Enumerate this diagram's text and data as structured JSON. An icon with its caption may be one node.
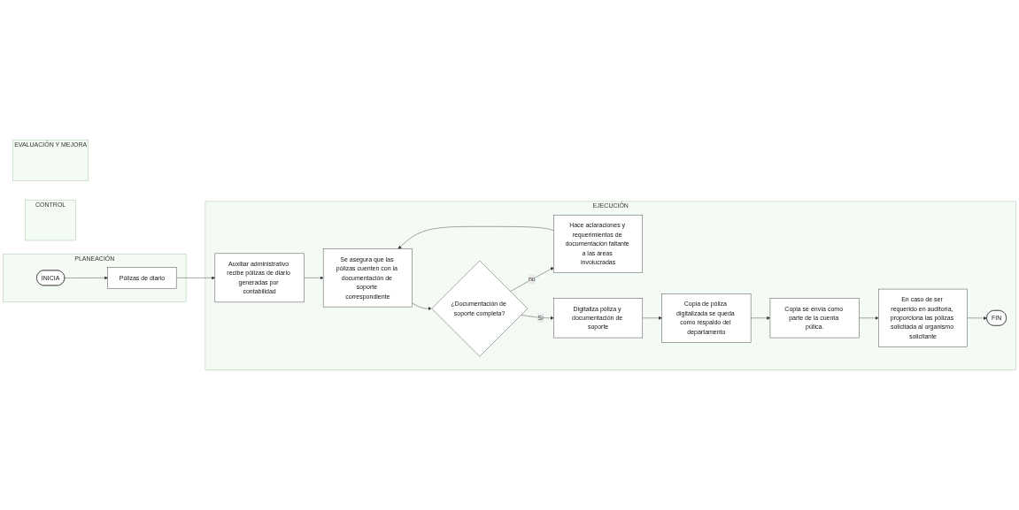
{
  "diagram": {
    "nodes": [
      {
        "text": [
          "PLANEACIÓN"
        ]
      },
      {
        "text": [
          "EJECUCIÓN"
        ]
      },
      {
        "text": [
          "CONTROL"
        ]
      },
      {
        "text": [
          "EVALUACIÓN Y MEJORA"
        ]
      },
      {
        "text": [
          "INICIA"
        ],
        "in": 0
      },
      {
        "text": [
          "Pólizas de diario"
        ],
        "in": 0
      },
      {
        "text": [
          "Auxiliar administrativo recibe pólizas de diario generadas por contabilidad"
        ],
        "in": 1
      },
      {
        "text": [
          "Se asegura que las pólizas cuenten con la documentación de soporte correspondiente"
        ],
        "in": 1
      },
      {
        "text": [
          "¿Documentación de soporte completa?"
        ],
        "in": 1
      },
      {
        "text": [
          "Hace aclaraciones y requerimientos de documentación faltante a las áreas involucradas"
        ],
        "in": 1
      },
      {
        "text": [
          "Digitaliza póliza y documentación de soporte"
        ],
        "in": 1
      },
      {
        "text": [
          "Copia de póliza digitalizada se queda como respaldo del departamento"
        ],
        "in": 1
      },
      {
        "text": [
          "Copia se envía como parte de la cuenta púlica."
        ],
        "in": 1
      },
      {
        "text": [
          "En caso de ser requerido en auditoría, proporciona las pólizas solicitada al organismo solicitante"
        ],
        "in": 1
      },
      {
        "text": [
          "FIN"
        ],
        "in": 1
      }
    ],
    "edges": [
      {
        "from": 4,
        "to": 5,
        "arrow": "to"
      },
      {
        "from": 5,
        "to": 6,
        "arrow": "to"
      },
      {
        "from": 6,
        "to": 7,
        "arrow": "to"
      },
      {
        "from": 7,
        "to": 8,
        "arrow": "to"
      },
      {
        "from": 8,
        "to": 9,
        "arrow": "to",
        "label": "no"
      },
      {
        "from": 9,
        "to": 7,
        "arrow": "to"
      },
      {
        "from": 8,
        "to": 10,
        "arrow": "to",
        "label": "Sí"
      },
      {
        "from": 10,
        "to": 11,
        "arrow": "to"
      },
      {
        "from": 11,
        "to": 12,
        "arrow": "to"
      },
      {
        "from": 12,
        "to": 13,
        "arrow": "to"
      },
      {
        "from": 13,
        "to": 14,
        "arrow": "to"
      }
    ]
  }
}
